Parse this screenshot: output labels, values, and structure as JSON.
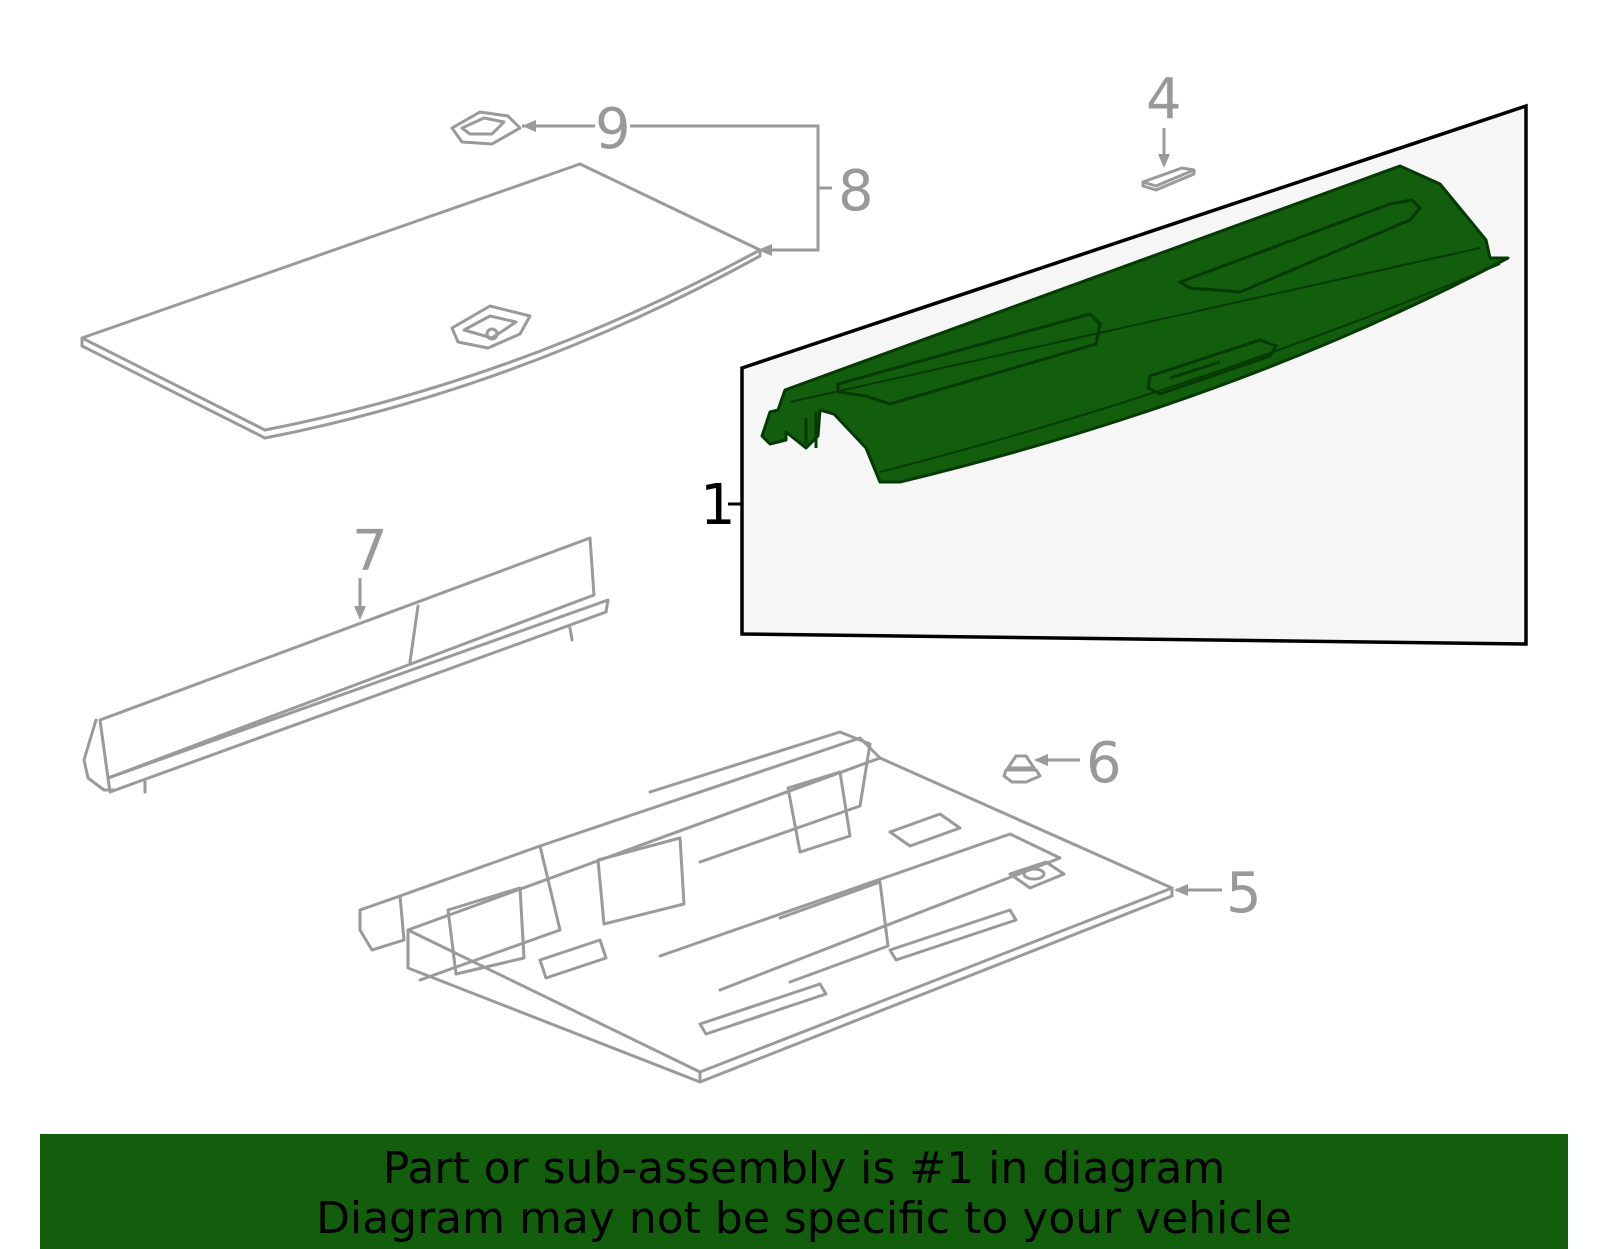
{
  "callouts": {
    "c1": "1",
    "c4": "4",
    "c5": "5",
    "c6": "6",
    "c7": "7",
    "c8": "8",
    "c9": "9"
  },
  "banner": {
    "line1": "Part or sub-assembly is #1 in diagram",
    "line2": "Diagram may not be specific to your vehicle"
  },
  "colors": {
    "highlight": "#125e0c",
    "part_outline": "#9a9a9a",
    "panel_bg": "#f6f6f6"
  }
}
